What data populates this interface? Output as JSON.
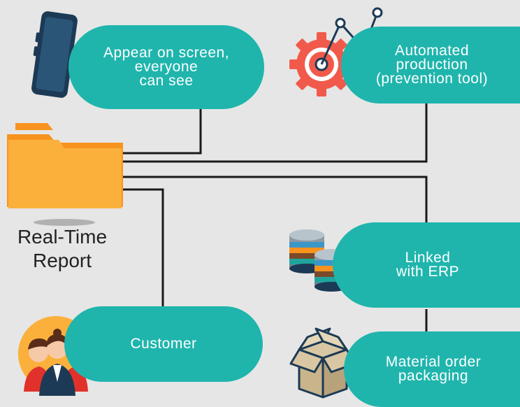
{
  "hub": {
    "label": "Real-Time\nReport",
    "icon": "folder-icon"
  },
  "nodes": {
    "screen": {
      "label": "Appear on screen,\neveryone\ncan see",
      "icon": "smartphone-icon"
    },
    "automated": {
      "label": "Automated\nproduction\n(prevention tool)",
      "icon": "gear-chart-icon"
    },
    "erp": {
      "label": "Linked\nwith ERP",
      "icon": "database-icon"
    },
    "customer": {
      "label": "Customer",
      "icon": "people-icon"
    },
    "material": {
      "label": "Material order\npackaging",
      "icon": "box-icon"
    }
  },
  "colors": {
    "background": "#e6e6e6",
    "pill": "#1fb5ad",
    "pill_text": "#ffffff",
    "connector": "#1a1a1a",
    "folder": "#fbb03b",
    "folder_tab": "#f7931e",
    "gear": "#f15a4a"
  }
}
